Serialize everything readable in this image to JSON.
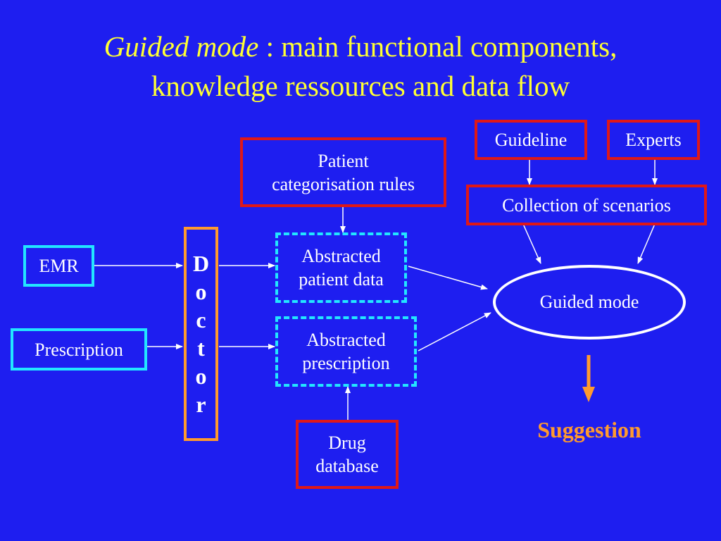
{
  "title": {
    "italic": "Guided mode",
    "rest": " : main functional components,",
    "line2": "knowledge ressources and data flow"
  },
  "nodes": {
    "guideline": "Guideline",
    "experts": "Experts",
    "collection": "Collection of scenarios",
    "patient_rules_line1": "Patient",
    "patient_rules_line2": "categorisation rules",
    "emr": "EMR",
    "prescription": "Prescription",
    "doctor": [
      "D",
      "o",
      "c",
      "t",
      "o",
      "r"
    ],
    "abstracted_patient_line1": "Abstracted",
    "abstracted_patient_line2": "patient data",
    "abstracted_prescription_line1": "Abstracted",
    "abstracted_prescription_line2": "prescription",
    "drug_line1": "Drug",
    "drug_line2": "database",
    "guided_mode": "Guided mode",
    "suggestion": "Suggestion"
  },
  "colors": {
    "background": "#1e1ef0",
    "title": "#ffff33",
    "resource_border": "#e01818",
    "input_border": "#22e6ff",
    "doctor_border": "#ff9a2e",
    "suggestion": "#ff9a2e"
  }
}
